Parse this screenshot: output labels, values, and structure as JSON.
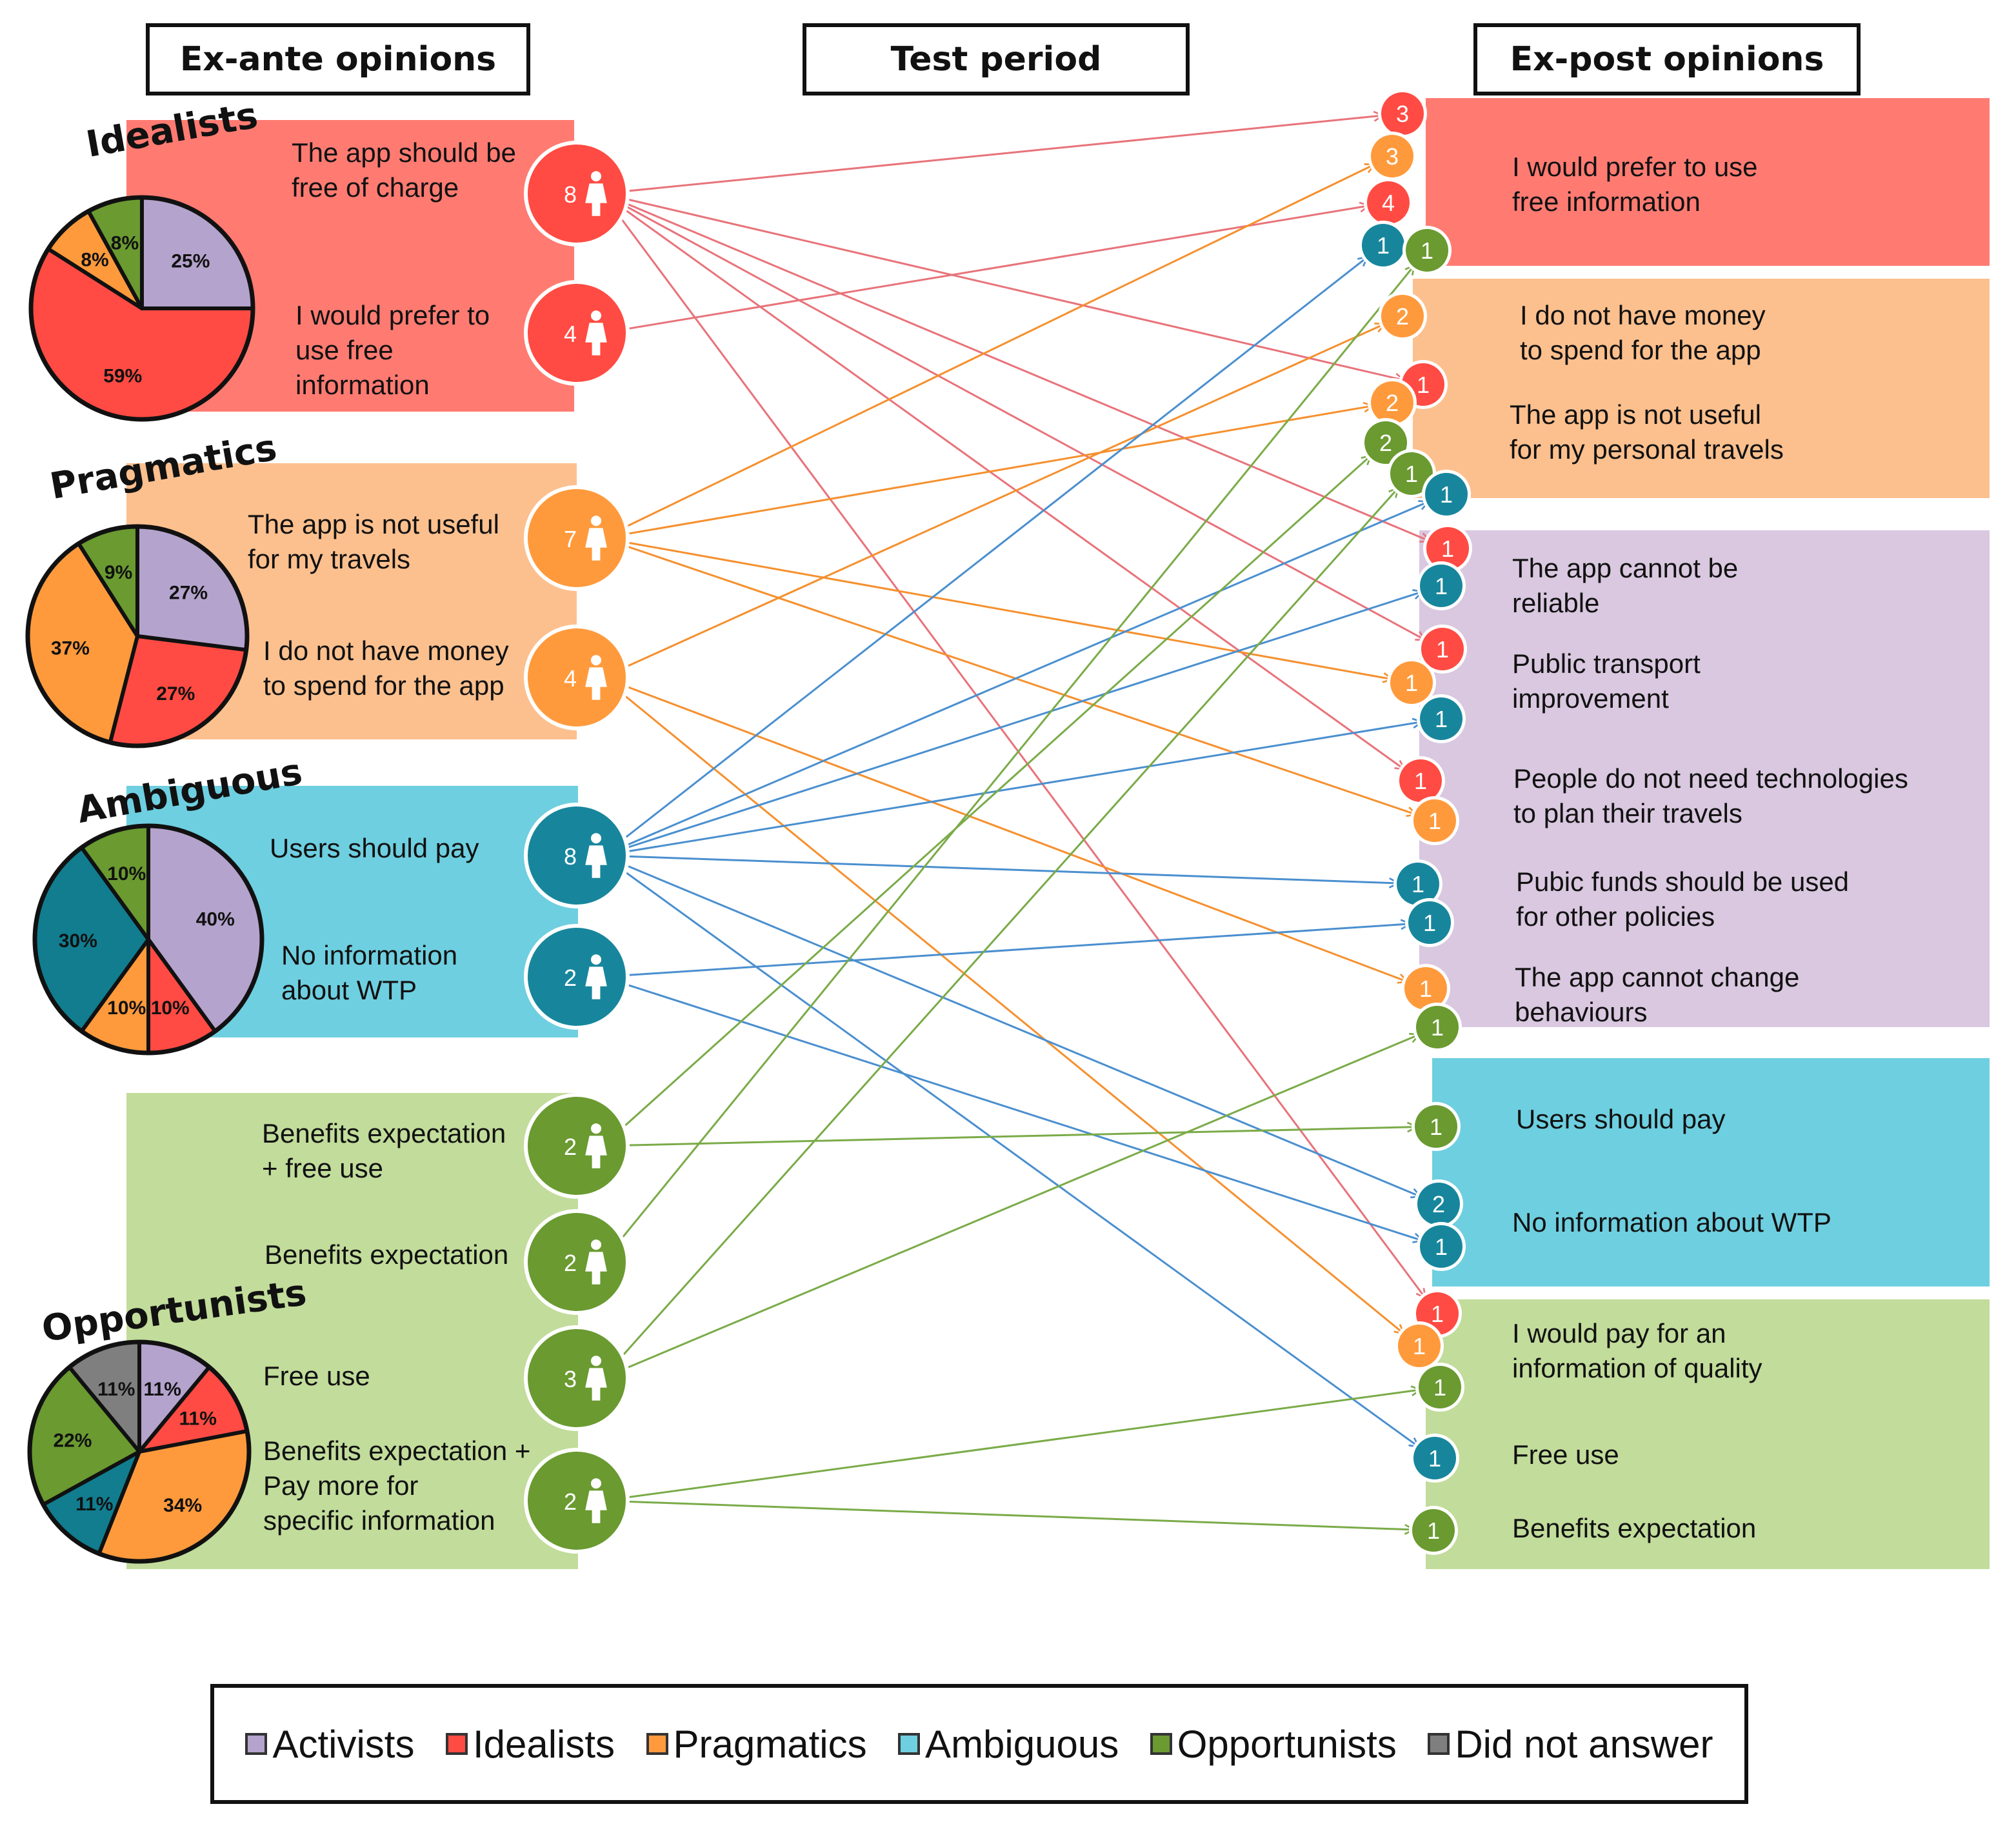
{
  "headers": {
    "ex_ante": "Ex-ante opinions",
    "test_period": "Test period",
    "ex_post": "Ex-post opinions"
  },
  "groups": [
    {
      "id": "idealists",
      "title": "Idealists",
      "color": "#ff7b72",
      "pie": [
        {
          "cat": "activists",
          "pct": 25,
          "label": "25%"
        },
        {
          "cat": "idealists",
          "pct": 59,
          "label": "59%"
        },
        {
          "cat": "pragmatics",
          "pct": 8,
          "label": "8%"
        },
        {
          "cat": "opportunists",
          "pct": 8,
          "label": "8%"
        }
      ]
    },
    {
      "id": "pragmatics",
      "title": "Pragmatics",
      "color": "#fcc08e",
      "pie": [
        {
          "cat": "activists",
          "pct": 27,
          "label": "27%"
        },
        {
          "cat": "idealists",
          "pct": 27,
          "label": "27%"
        },
        {
          "cat": "pragmatics",
          "pct": 37,
          "label": "37%"
        },
        {
          "cat": "opportunists",
          "pct": 9,
          "label": "9%"
        }
      ]
    },
    {
      "id": "ambiguous",
      "title": "Ambiguous",
      "color": "#6ecfe0",
      "pie": [
        {
          "cat": "activists",
          "pct": 40,
          "label": "40%"
        },
        {
          "cat": "idealists",
          "pct": 10,
          "label": "10%"
        },
        {
          "cat": "pragmatics",
          "pct": 10,
          "label": "10%"
        },
        {
          "cat": "ambiguous_dark",
          "pct": 30,
          "label": "30%"
        },
        {
          "cat": "opportunists",
          "pct": 10,
          "label": "10%"
        }
      ]
    },
    {
      "id": "opportunists",
      "title": "Opportunists",
      "color": "#c2dc9b",
      "pie": [
        {
          "cat": "activists",
          "pct": 11,
          "label": "11%"
        },
        {
          "cat": "idealists",
          "pct": 11,
          "label": "11%"
        },
        {
          "cat": "pragmatics",
          "pct": 34,
          "label": "34%"
        },
        {
          "cat": "ambiguous_dark",
          "pct": 11,
          "label": "11%"
        },
        {
          "cat": "opportunists",
          "pct": 22,
          "label": "22%"
        },
        {
          "cat": "no_answer",
          "pct": 11,
          "label": "11%"
        }
      ]
    }
  ],
  "ex_ante_opinions": [
    {
      "text": "The app should be\nfree of charge",
      "count": "8",
      "group": "idealists"
    },
    {
      "text": "I would prefer to\nuse free\ninformation",
      "count": "4",
      "group": "idealists"
    },
    {
      "text": "The app is not useful\nfor my travels",
      "count": "7",
      "group": "pragmatics"
    },
    {
      "text": "I do not have money\nto spend for the app",
      "count": "4",
      "group": "pragmatics"
    },
    {
      "text": "Users should pay",
      "count": "8",
      "group": "ambiguous"
    },
    {
      "text": "No information\nabout WTP",
      "count": "2",
      "group": "ambiguous"
    },
    {
      "text": "Benefits expectation\n+ free use",
      "count": "2",
      "group": "opportunists"
    },
    {
      "text": "Benefits expectation",
      "count": "2",
      "group": "opportunists"
    },
    {
      "text": "Free use",
      "count": "3",
      "group": "opportunists"
    },
    {
      "text": "Benefits expectation +\nPay more for\nspecific information",
      "count": "2",
      "group": "opportunists"
    }
  ],
  "ex_post_opinions": [
    {
      "text": "I would prefer to use\nfree information",
      "block": "idealists"
    },
    {
      "text": "I do not have money\nto spend for the app",
      "block": "pragmatics"
    },
    {
      "text": "The app is not useful\nfor my personal travels",
      "block": "pragmatics"
    },
    {
      "text": "The app cannot be\nreliable",
      "block": "activists"
    },
    {
      "text": "Public transport\nimprovement",
      "block": "activists"
    },
    {
      "text": "People do not need technologies\nto plan their travels",
      "block": "activists"
    },
    {
      "text": "Pubic funds should be used\nfor other policies",
      "block": "activists"
    },
    {
      "text": "The app cannot change\nbehaviours",
      "block": "activists"
    },
    {
      "text": "Users should pay",
      "block": "ambiguous"
    },
    {
      "text": "No information about WTP",
      "block": "ambiguous"
    },
    {
      "text": "I would pay for an\ninformation of quality",
      "block": "opportunists"
    },
    {
      "text": "Free use",
      "block": "opportunists"
    },
    {
      "text": "Benefits expectation",
      "block": "opportunists"
    }
  ],
  "ex_post_counts": [
    {
      "count": "3",
      "group": "idealists"
    },
    {
      "count": "3",
      "group": "pragmatics"
    },
    {
      "count": "4",
      "group": "idealists"
    },
    {
      "count": "1",
      "group": "ambiguous"
    },
    {
      "count": "1",
      "group": "opportunists"
    },
    {
      "count": "2",
      "group": "pragmatics"
    },
    {
      "count": "1",
      "group": "idealists"
    },
    {
      "count": "2",
      "group": "pragmatics"
    },
    {
      "count": "2",
      "group": "opportunists"
    },
    {
      "count": "1",
      "group": "opportunists"
    },
    {
      "count": "1",
      "group": "ambiguous"
    },
    {
      "count": "1",
      "group": "idealists"
    },
    {
      "count": "1",
      "group": "ambiguous"
    },
    {
      "count": "1",
      "group": "idealists"
    },
    {
      "count": "1",
      "group": "pragmatics"
    },
    {
      "count": "1",
      "group": "ambiguous"
    },
    {
      "count": "1",
      "group": "idealists"
    },
    {
      "count": "1",
      "group": "pragmatics"
    },
    {
      "count": "1",
      "group": "ambiguous"
    },
    {
      "count": "1",
      "group": "ambiguous"
    },
    {
      "count": "1",
      "group": "pragmatics"
    },
    {
      "count": "1",
      "group": "opportunists"
    },
    {
      "count": "1",
      "group": "opportunists"
    },
    {
      "count": "2",
      "group": "ambiguous"
    },
    {
      "count": "1",
      "group": "ambiguous"
    },
    {
      "count": "1",
      "group": "idealists"
    },
    {
      "count": "1",
      "group": "pragmatics"
    },
    {
      "count": "1",
      "group": "opportunists"
    },
    {
      "count": "1",
      "group": "ambiguous"
    },
    {
      "count": "1",
      "group": "opportunists"
    }
  ],
  "transitions": [
    {
      "from": 0,
      "to": 0
    },
    {
      "from": 0,
      "to": 6
    },
    {
      "from": 0,
      "to": 11
    },
    {
      "from": 0,
      "to": 13
    },
    {
      "from": 0,
      "to": 16
    },
    {
      "from": 0,
      "to": 25
    },
    {
      "from": 1,
      "to": 2
    },
    {
      "from": 2,
      "to": 1
    },
    {
      "from": 2,
      "to": 7
    },
    {
      "from": 2,
      "to": 14
    },
    {
      "from": 2,
      "to": 17
    },
    {
      "from": 3,
      "to": 5
    },
    {
      "from": 3,
      "to": 20
    },
    {
      "from": 3,
      "to": 26
    },
    {
      "from": 4,
      "to": 3
    },
    {
      "from": 4,
      "to": 10
    },
    {
      "from": 4,
      "to": 12
    },
    {
      "from": 4,
      "to": 15
    },
    {
      "from": 4,
      "to": 18
    },
    {
      "from": 4,
      "to": 23
    },
    {
      "from": 4,
      "to": 28
    },
    {
      "from": 5,
      "to": 19
    },
    {
      "from": 5,
      "to": 24
    },
    {
      "from": 6,
      "to": 8
    },
    {
      "from": 6,
      "to": 22
    },
    {
      "from": 7,
      "to": 4
    },
    {
      "from": 8,
      "to": 9
    },
    {
      "from": 8,
      "to": 21
    },
    {
      "from": 9,
      "to": 27
    },
    {
      "from": 9,
      "to": 29
    }
  ],
  "colors": {
    "activists": "#b4a3cc",
    "idealists": "#ff4b43",
    "pragmatics": "#ff9a3c",
    "ambiguous": "#17869c",
    "ambiguous_dark": "#117d8f",
    "opportunists": "#6a9a30",
    "no_answer": "#7f7f7f",
    "ambiguous_legend": "#6ecfe0",
    "block_idealists": "#ff7b72",
    "block_pragmatics": "#fcc08e",
    "block_activists": "#d9c8e0",
    "block_ambiguous": "#6ecfe0",
    "block_opportunists": "#c2dc9b",
    "line_idealists": "#e8737a",
    "line_pragmatics": "#f5902e",
    "line_ambiguous": "#4a8fcf",
    "line_opportunists": "#7aab48"
  },
  "legend": [
    {
      "label": "Activists",
      "color": "#b4a3cc"
    },
    {
      "label": "Idealists",
      "color": "#ff4b43"
    },
    {
      "label": "Pragmatics",
      "color": "#ff9a3c"
    },
    {
      "label": "Ambiguous",
      "color": "#6ecfe0"
    },
    {
      "label": "Opportunists",
      "color": "#6a9a30"
    },
    {
      "label": "Did not answer",
      "color": "#7f7f7f"
    }
  ]
}
